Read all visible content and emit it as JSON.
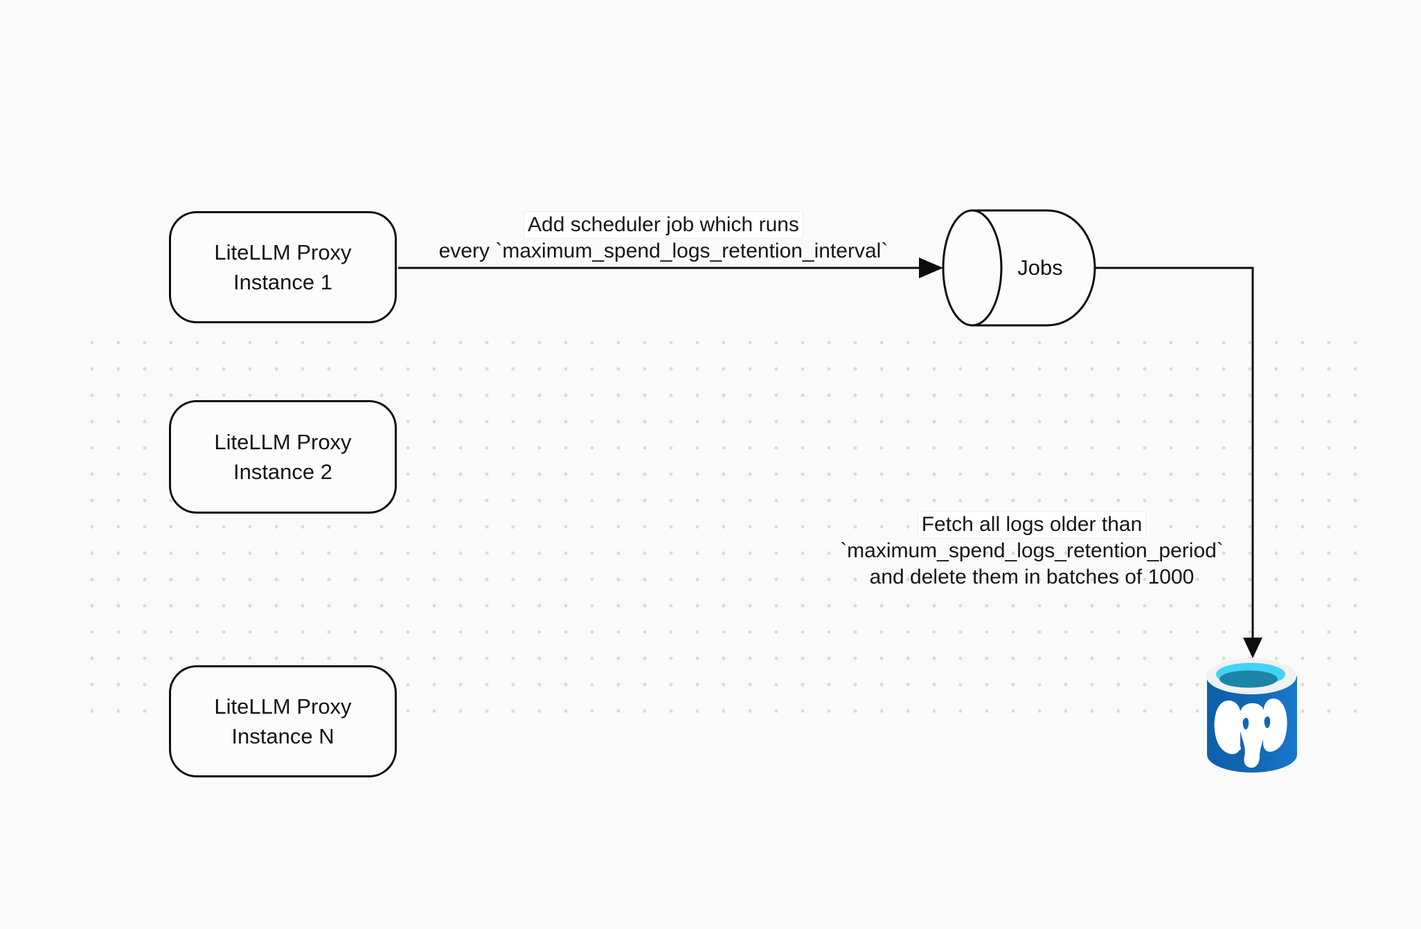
{
  "diagram": {
    "nodes": {
      "instance1": {
        "line1": "LiteLLM Proxy",
        "line2": "Instance 1"
      },
      "instance2": {
        "line1": "LiteLLM Proxy",
        "line2": "Instance 2"
      },
      "instanceN": {
        "line1": "LiteLLM Proxy",
        "line2": "Instance N"
      },
      "jobs": {
        "label": "Jobs"
      },
      "postgres": {
        "label": "postgresql-database"
      }
    },
    "edges": {
      "scheduler": {
        "line1": "Add scheduler job which runs",
        "line2": "every `maximum_spend_logs_retention_interval`"
      },
      "fetch": {
        "line1": "Fetch all logs older than",
        "line2": "`maximum_spend_logs_retention_period`",
        "line3": "and delete them in batches of 1000"
      }
    },
    "colors": {
      "canvas_bg": "#fafafa",
      "dot": "#d9d9d9",
      "stroke": "#0d0d0d",
      "node_fill": "#fcfcfc",
      "postgres_body_dark": "#0d5fa9",
      "postgres_body_light": "#1878cd",
      "postgres_ring": "#f1f1f1",
      "postgres_cyan": "#41d3f5",
      "postgres_teal": "#1d85a9",
      "elephant": "#ffffff"
    }
  }
}
